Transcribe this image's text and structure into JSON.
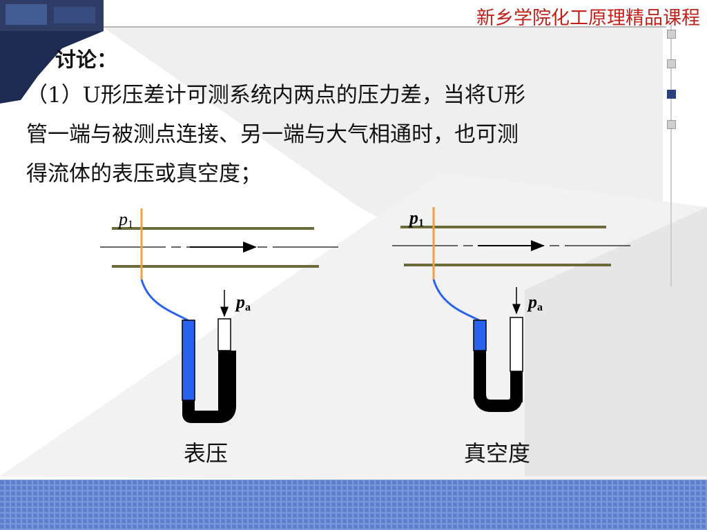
{
  "header": {
    "title": "新乡学院化工原理精品课程",
    "title_color": "#c0221b"
  },
  "content": {
    "heading": "讨论：",
    "paragraph_lines": [
      "（1）U形压差计可测系统内两点的压力差，当将U形",
      "管一端与被测点连接、另一端与大气相通时，也可测",
      "得流体的表压或真空度；"
    ]
  },
  "diagrams": {
    "left": {
      "p1_main": "p",
      "p1_sub": "1",
      "pa_main": "p",
      "pa_sub": "a",
      "caption": "表压"
    },
    "right": {
      "p1_main": "p",
      "p1_sub": "1",
      "pa_main": "p",
      "pa_sub": "a",
      "caption": "真空度"
    }
  },
  "colors": {
    "pipe_wall": "#6b6b3a",
    "tap_line": "#f0a040",
    "indicating_fluid_blue": "#2a62f0",
    "manometer_fluid_black": "#000000",
    "footer_grid": "#6e8fd6"
  }
}
